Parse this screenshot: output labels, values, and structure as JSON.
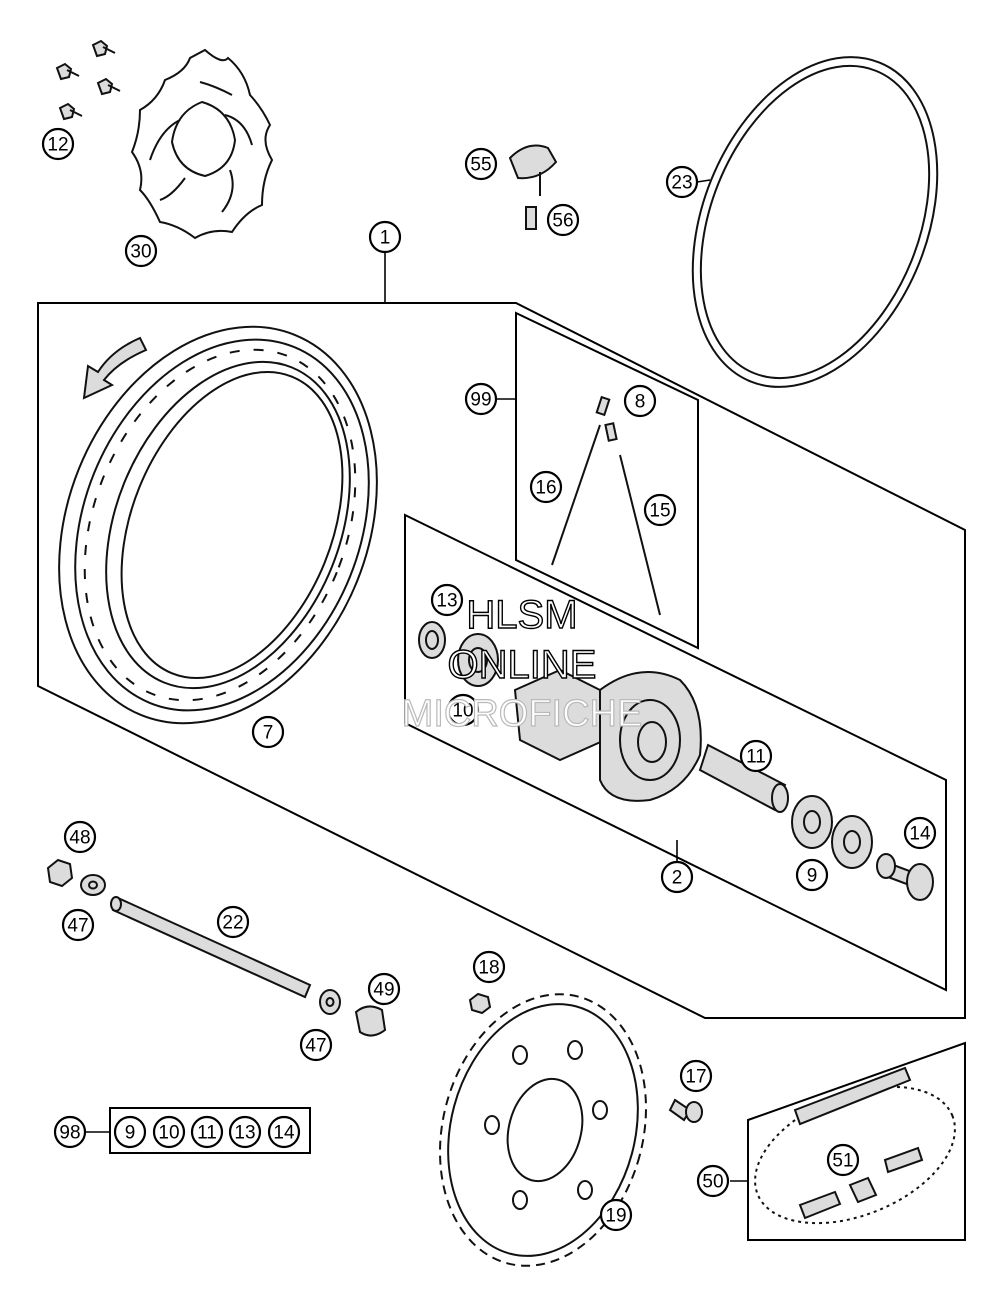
{
  "diagram": {
    "callouts": {
      "c1": "1",
      "c2": "2",
      "c7": "7",
      "c8": "8",
      "c9": "9",
      "c10": "10",
      "c11": "11",
      "c12": "12",
      "c13": "13",
      "c14": "14",
      "c15": "15",
      "c16": "16",
      "c17": "17",
      "c18": "18",
      "c19": "19",
      "c22": "22",
      "c23": "23",
      "c30": "30",
      "c47a": "47",
      "c47b": "47",
      "c48": "48",
      "c49": "49",
      "c50": "50",
      "c51": "51",
      "c55": "55",
      "c56": "56",
      "c98": "98",
      "c99": "99"
    },
    "kit_98_contents": [
      "9",
      "10",
      "11",
      "13",
      "14"
    ],
    "watermark": {
      "line1": "HLSM",
      "line2": "ONLINE",
      "line3": "MICROFICHE"
    }
  }
}
